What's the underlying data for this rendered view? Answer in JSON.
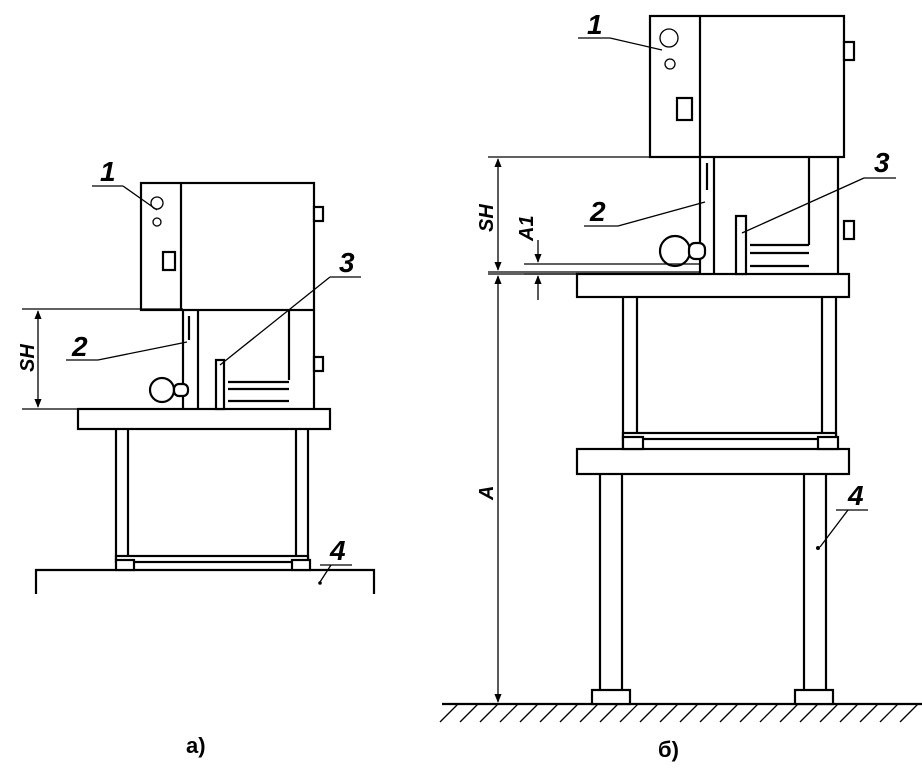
{
  "figure_a": {
    "caption": "а)",
    "callouts": {
      "c1": "1",
      "c2": "2",
      "c3": "3",
      "c4": "4"
    },
    "dimensions": {
      "sh": "SH"
    }
  },
  "figure_b": {
    "caption": "б)",
    "callouts": {
      "c1": "1",
      "c2": "2",
      "c3": "3",
      "c4": "4"
    },
    "dimensions": {
      "sh": "SH",
      "a1": "A1",
      "a": "A"
    }
  }
}
